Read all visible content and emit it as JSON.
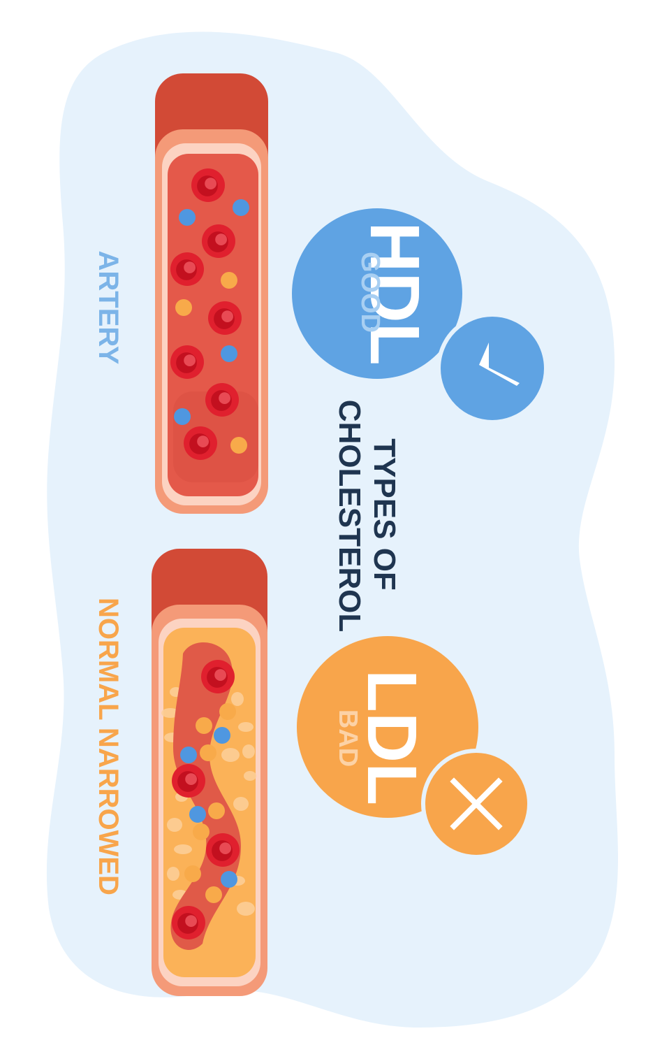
{
  "title": {
    "line1": "TYPES OF",
    "line2": "CHOLESTEROL"
  },
  "hdl": {
    "label": "HDL",
    "sublabel": "GOOD",
    "badge_icon": "checkmark-icon",
    "color": "#5fa3e3"
  },
  "ldl": {
    "label": "LDL",
    "sublabel": "BAD",
    "badge_icon": "cross-icon",
    "color": "#f8a54b"
  },
  "vessels": {
    "normal_label": "ARTERY",
    "normal_label_color": "#7cb4e8",
    "narrowed_label": "NORMAL NARROWED",
    "narrowed_label_color": "#f8a54b"
  },
  "colors": {
    "background_blob": "#e6f2fc",
    "title_text": "#1f3550",
    "vessel_wall": "#f49a78",
    "vessel_cap": "#d24a36",
    "blood": "#e4594a",
    "red_cell": "#e0202e",
    "blue_particle": "#4f97e0",
    "orange_particle": "#f8aa4a",
    "plaque": "#fbb258"
  }
}
